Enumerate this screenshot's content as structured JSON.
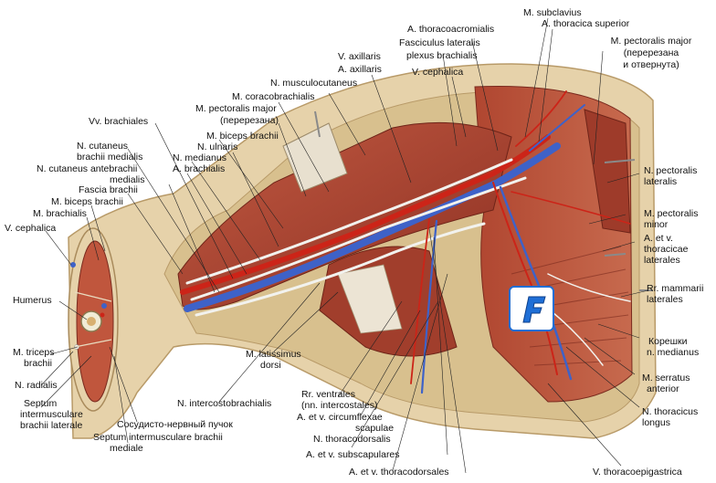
{
  "colors": {
    "background": "#ffffff",
    "skin": "#e6d2aa",
    "fat": "#d8c08e",
    "muscle": "#b24a34",
    "muscle_dark": "#8c2f22",
    "artery": "#cc2418",
    "vein": "#3e62c8",
    "nerve": "#f2f2ee",
    "bone": "#f1ecd6",
    "logo": "#1f6fd6"
  },
  "logo": {
    "icon": "f-logo-icon"
  },
  "labels": {
    "subclavius": "M. subclavius",
    "thoracica_superior": "A. thoracica superior",
    "thoracoacromialis": "A. thoracoacromialis",
    "fasciculus_lateralis": "Fasciculus lateralis",
    "plexus_brachialis": "plexus brachialis",
    "v_axillaris": "V. axillaris",
    "a_axillaris": "A. axillaris",
    "v_cephalica_top": "V. cephalica",
    "pect_major_tr": "M. pectoralis major",
    "pererezana_tr": "(перерезана",
    "otvernuta_tr": "и отвернута)",
    "musculocutaneus": "N. musculocutaneus",
    "coracobrachialis": "M. coracobrachialis",
    "pect_major_mid": "M. pectoralis major",
    "pererezana_mid": "(перерезана)",
    "vv_brachiales": "Vv. brachiales",
    "cut_brachii_1": "N. cutaneus",
    "cut_brachii_2": "brachii medialis",
    "biceps_mid": "M. biceps brachii",
    "ulnaris": "N. ulnaris",
    "medianus": "N. medianus",
    "a_brachialis": "A. brachialis",
    "cut_antebrachii_1": "N. cutaneus antebrachii",
    "cut_antebrachii_2": "medialis",
    "fascia_brachii": "Fascia brachii",
    "biceps_left": "M. biceps brachii",
    "brachialis": "M. brachialis",
    "v_cephalica_left": "V. cephalica",
    "humerus": "Humerus",
    "triceps_1": "M. triceps",
    "triceps_2": "brachii",
    "radialis": "N. radialis",
    "septum_lat_1": "Septum",
    "septum_lat_2": "intermusculare",
    "septum_lat_3": "brachii laterale",
    "bundle": "Сосудисто-нервный пучок",
    "septum_med_1": "Septum intermusculare brachii",
    "septum_med_2": "mediale",
    "intercostobrachialis": "N. intercostobrachialis",
    "latissimus_1": "M. latissimus",
    "latissimus_2": "dorsi",
    "rr_ventrales_1": "Rr. ventrales",
    "rr_ventrales_2": "(nn. intercostales)",
    "circumflexae_1": "A. et v. circumflexae",
    "circumflexae_2": "scapulae",
    "thoracodorsalis": "N. thoracodorsalis",
    "subscapulares": "A. et v. subscapulares",
    "thoracodorsales": "A. et v. thoracodorsales",
    "thoracoepigastrica": "V. thoracoepigastrica",
    "thoracicus_longus_1": "N. thoracicus",
    "thoracicus_longus_2": "longus",
    "serratus_1": "M. serratus",
    "serratus_2": "anterior",
    "koreshki_1": "Корешки",
    "koreshki_2": "n. medianus",
    "mammarii_1": "Rr. mammarii",
    "mammarii_2": "laterales",
    "thoracicae_1": "A. et v.",
    "thoracicae_2": "thoracicae",
    "thoracicae_3": "laterales",
    "pect_minor_1": "M. pectoralis",
    "pect_minor_2": "minor",
    "pect_lat_1": "N. pectoralis",
    "pect_lat_2": "lateralis"
  }
}
